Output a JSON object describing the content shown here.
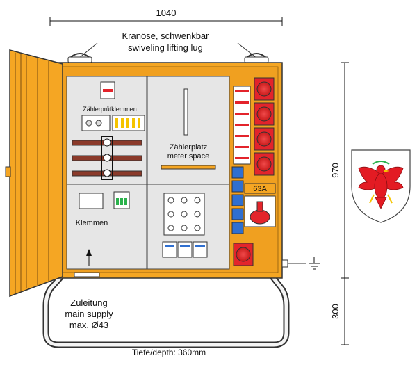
{
  "dimensions": {
    "width_label": "1040",
    "height_label": "970",
    "stand_label": "300"
  },
  "lifting_lug": {
    "line1": "Kranöse,  schwenkbar",
    "line2": "swiveling  lifting  lug"
  },
  "labels": {
    "meter_terminals": "Zählerprüfklemmen",
    "meter_space_de": "Zählerplatz",
    "meter_space_en": "meter space",
    "terminals": "Klemmen",
    "breaker_rating": "63A",
    "depth": "Tiefe/depth: 360mm"
  },
  "supply": {
    "line1": "Zuleitung",
    "line2": "main supply",
    "line3": "max. Ø43"
  },
  "colors": {
    "cabinet_orange": "#F5A623",
    "panel_grey": "#E6E6E6",
    "socket_red": "#E3242B",
    "outlet_blue": "#2F6FD0",
    "breaker_green": "#2BB24C",
    "eagle_red": "#E31B23"
  },
  "icons": {
    "ground": "ground-symbol-icon",
    "coat_of_arms": "tyrol-eagle-icon"
  }
}
